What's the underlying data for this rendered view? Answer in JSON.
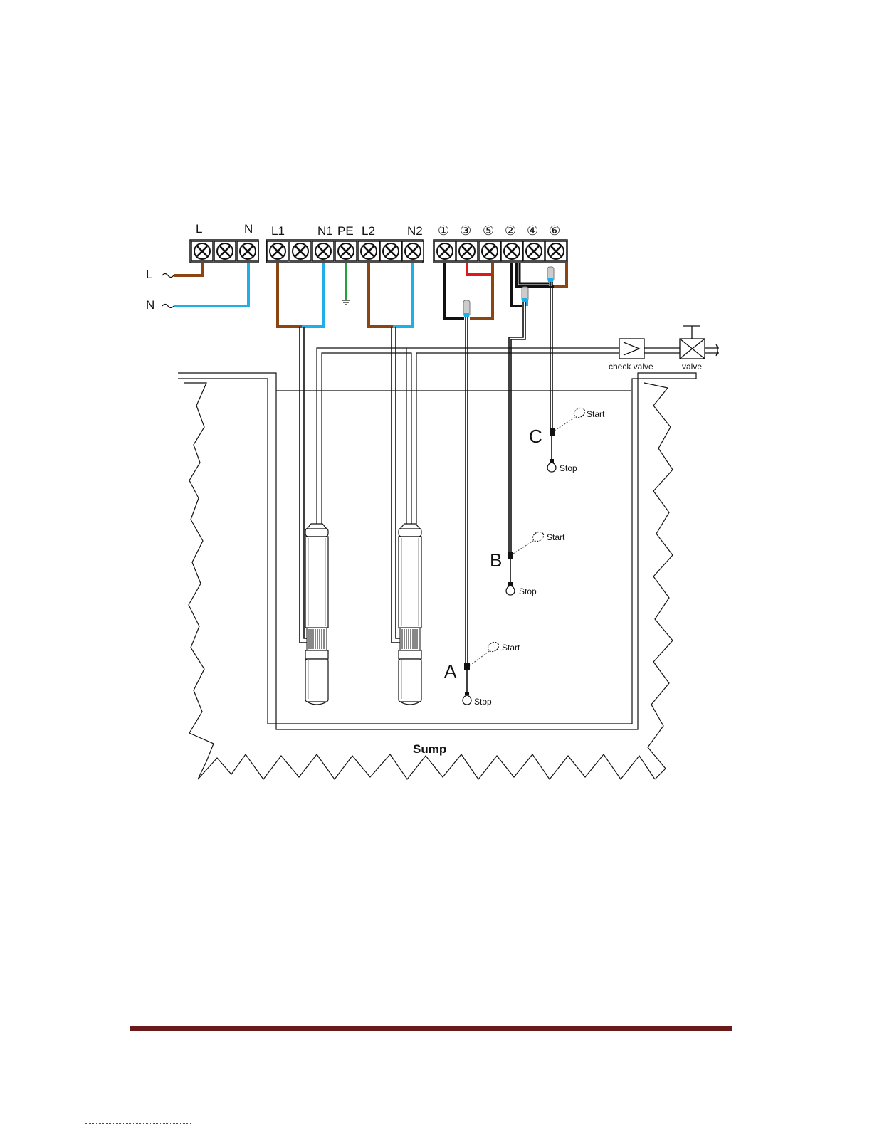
{
  "mains": {
    "terminal_labels": [
      "L",
      "N"
    ],
    "supply_labels": [
      "L",
      "N"
    ]
  },
  "pump_terminals": {
    "labels": [
      "L1",
      "N1",
      "PE",
      "L2",
      "N2"
    ]
  },
  "control_terminals": {
    "labels": [
      "①",
      "③",
      "⑤",
      "②",
      "④",
      "⑥"
    ]
  },
  "pipe": {
    "check_valve_label": "check valve",
    "valve_label": "valve"
  },
  "floats": [
    {
      "id": "A",
      "start_label": "Start",
      "stop_label": "Stop"
    },
    {
      "id": "B",
      "start_label": "Start",
      "stop_label": "Stop"
    },
    {
      "id": "C",
      "start_label": "Start",
      "stop_label": "Stop"
    }
  ],
  "sump_label": "Sump",
  "colors": {
    "live_wire": "#8b4513",
    "neutral_wire": "#1eaee8",
    "earth_wire": "#22a03a",
    "link_wire": "#e01818",
    "signal_wire": "#111111",
    "footer_rule": "#6b1a1a"
  }
}
